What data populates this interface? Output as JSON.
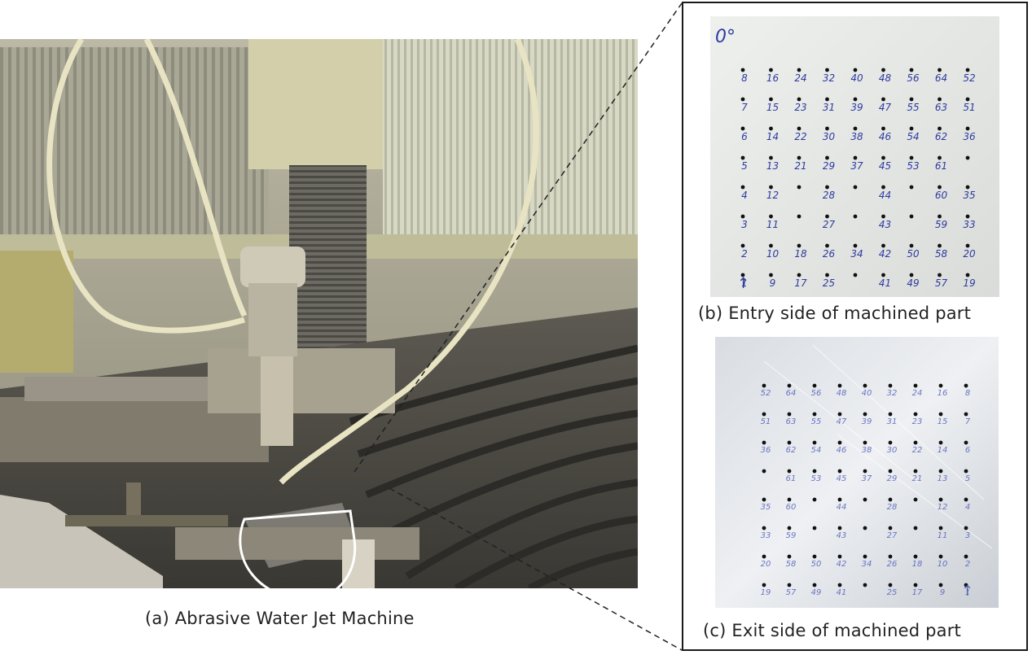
{
  "captions": {
    "a": "(a) Abrasive Water Jet Machine",
    "b": "(b) Entry side of machined part",
    "c": "(c) Exit side of machined part"
  },
  "plate_b": {
    "angle_label": "0°",
    "rows": [
      [
        "8",
        "16",
        "24",
        "32",
        "40",
        "48",
        "56",
        "64",
        "52"
      ],
      [
        "7",
        "15",
        "23",
        "31",
        "39",
        "47",
        "55",
        "63",
        "51"
      ],
      [
        "6",
        "14",
        "22",
        "30",
        "38",
        "46",
        "54",
        "62",
        "36"
      ],
      [
        "5",
        "13",
        "21",
        "29",
        "37",
        "45",
        "53",
        "61",
        ""
      ],
      [
        "4",
        "12",
        "",
        "28",
        "",
        "44",
        "",
        "60",
        "35"
      ],
      [
        "3",
        "11",
        "",
        "27",
        "",
        "43",
        "",
        "59",
        "33"
      ],
      [
        "2",
        "10",
        "18",
        "26",
        "34",
        "42",
        "50",
        "58",
        "20"
      ],
      [
        "1",
        "9",
        "17",
        "25",
        "",
        "41",
        "49",
        "57",
        "19"
      ]
    ]
  },
  "plate_c": {
    "rows": [
      [
        "52",
        "64",
        "56",
        "48",
        "40",
        "32",
        "24",
        "16",
        "8"
      ],
      [
        "51",
        "63",
        "55",
        "47",
        "39",
        "31",
        "23",
        "15",
        "7"
      ],
      [
        "36",
        "62",
        "54",
        "46",
        "38",
        "30",
        "22",
        "14",
        "6"
      ],
      [
        "",
        "61",
        "53",
        "45",
        "37",
        "29",
        "21",
        "13",
        "5"
      ],
      [
        "35",
        "60",
        "",
        "44",
        "",
        "28",
        "",
        "12",
        "4"
      ],
      [
        "33",
        "59",
        "",
        "43",
        "",
        "27",
        "",
        "11",
        "3"
      ],
      [
        "20",
        "58",
        "50",
        "42",
        "34",
        "26",
        "18",
        "10",
        "2"
      ],
      [
        "19",
        "57",
        "49",
        "41",
        "",
        "25",
        "17",
        "9",
        "1"
      ]
    ]
  },
  "colors": {
    "frame": "#1a1a1a",
    "ink": "#2f3aa0",
    "callout_line": "#222222"
  }
}
